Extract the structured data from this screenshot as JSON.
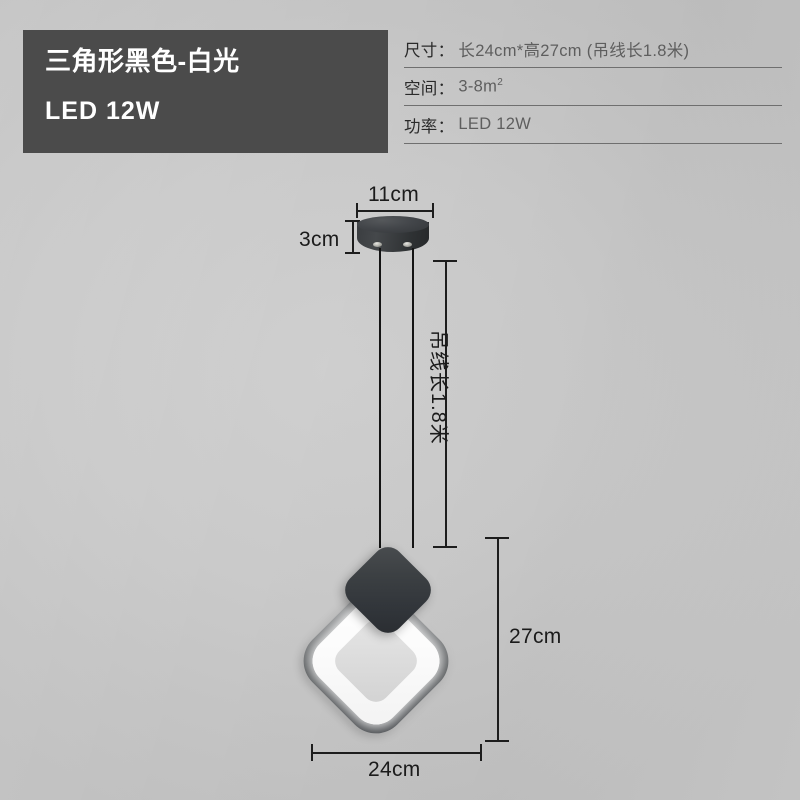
{
  "label": {
    "title": "三角形黑色-白光",
    "subtitle": "LED  12W",
    "bg_color": "#4b4b4b",
    "text_color": "#ffffff"
  },
  "specs": [
    {
      "key": "尺寸：",
      "value": "长24cm*高27cm (吊线长1.8米)"
    },
    {
      "key": "空间：",
      "value": "3-8m",
      "sup": "2"
    },
    {
      "key": "功率：",
      "value": "LED 12W"
    }
  ],
  "dimensions": {
    "canopy_width": "11cm",
    "canopy_height": "3cm",
    "wire_length": "吊线长1.8米",
    "lamp_height": "27cm",
    "lamp_width": "24cm"
  },
  "product": {
    "body_color": "#34383c",
    "ring_edge_color": "#5b5e61",
    "light_color": "#ffffff",
    "wire_color": "#141414",
    "background_color": "#c9c9c9"
  }
}
